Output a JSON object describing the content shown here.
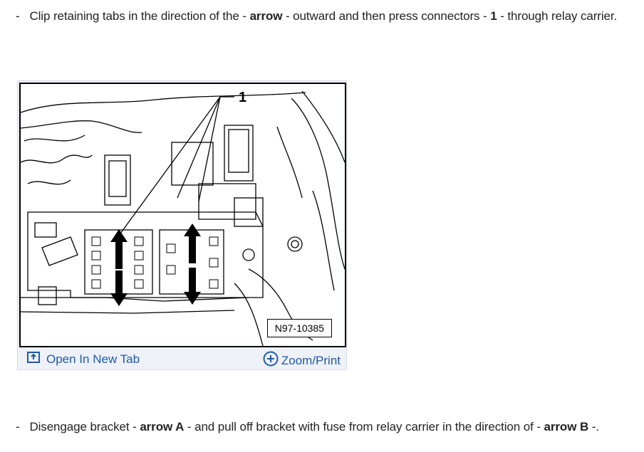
{
  "steps": [
    {
      "bullet": "-",
      "parts": [
        "Clip retaining tabs in the direction of the - ",
        "arrow",
        " - outward and then press connectors - ",
        "1",
        " - through relay carrier."
      ]
    },
    {
      "bullet": "-",
      "parts": [
        "Disengage bracket - ",
        "arrow A",
        " - and pull off bracket with fuse from relay carrier in the direction of - ",
        "arrow B",
        " -."
      ]
    }
  ],
  "figure": {
    "callout_label": "1",
    "code": "N97-10385",
    "open_tab_label": "Open In New Tab",
    "zoom_label": "Zoom/Print",
    "open_tab_icon": "open-new-tab-icon",
    "zoom_icon": "zoom-plus-icon",
    "link_color": "#1f5aa8"
  }
}
